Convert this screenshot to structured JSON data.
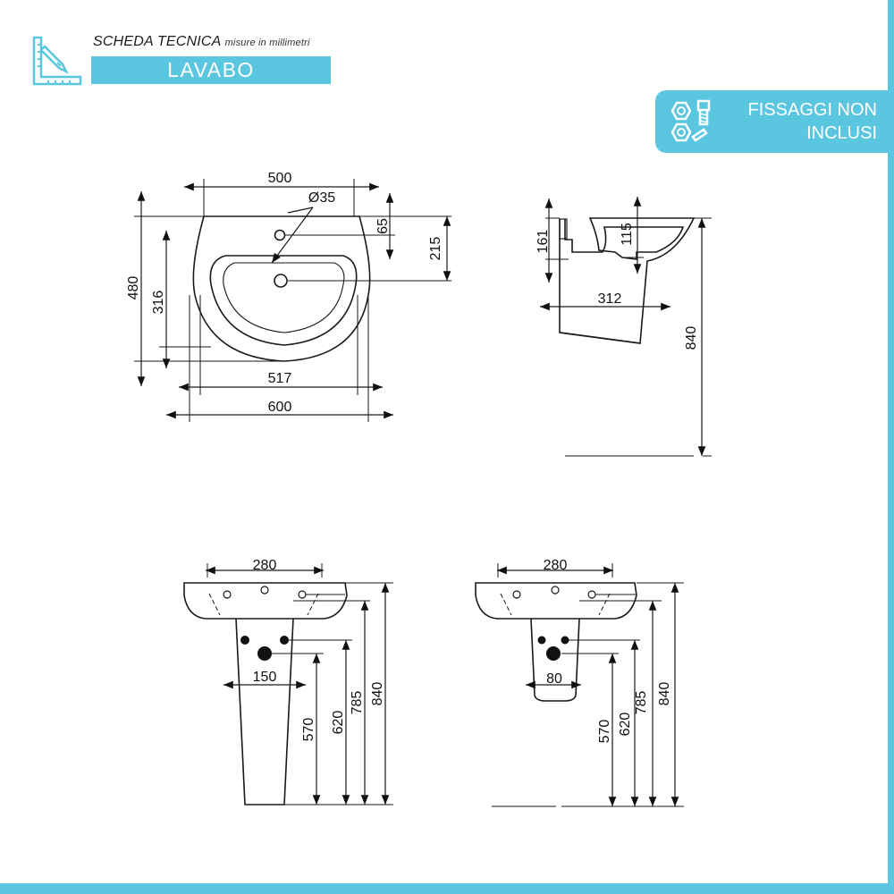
{
  "header": {
    "title": "SCHEDA TECNICA",
    "note": "misure in millimetri",
    "product": "LAVABO"
  },
  "badge": {
    "line1": "FISSAGGI NON",
    "line2": "INCLUSI"
  },
  "top_view": {
    "width_500": "500",
    "hole_35": "Ø35",
    "dim_65": "65",
    "dim_215": "215",
    "dim_480": "480",
    "dim_316": "316",
    "dim_517": "517",
    "dim_600": "600"
  },
  "side_view": {
    "dim_161": "161",
    "dim_115": "115",
    "dim_312": "312",
    "dim_840": "840"
  },
  "pedestal_view": {
    "dim_280": "280",
    "dim_150": "150",
    "dim_570": "570",
    "dim_620": "620",
    "dim_785": "785",
    "dim_840": "840"
  },
  "semipedestal_view": {
    "dim_280": "280",
    "dim_80": "80",
    "dim_570": "570",
    "dim_620": "620",
    "dim_785": "785",
    "dim_840": "840"
  },
  "colors": {
    "accent": "#5bc6e0",
    "line": "#1a1a1a"
  }
}
